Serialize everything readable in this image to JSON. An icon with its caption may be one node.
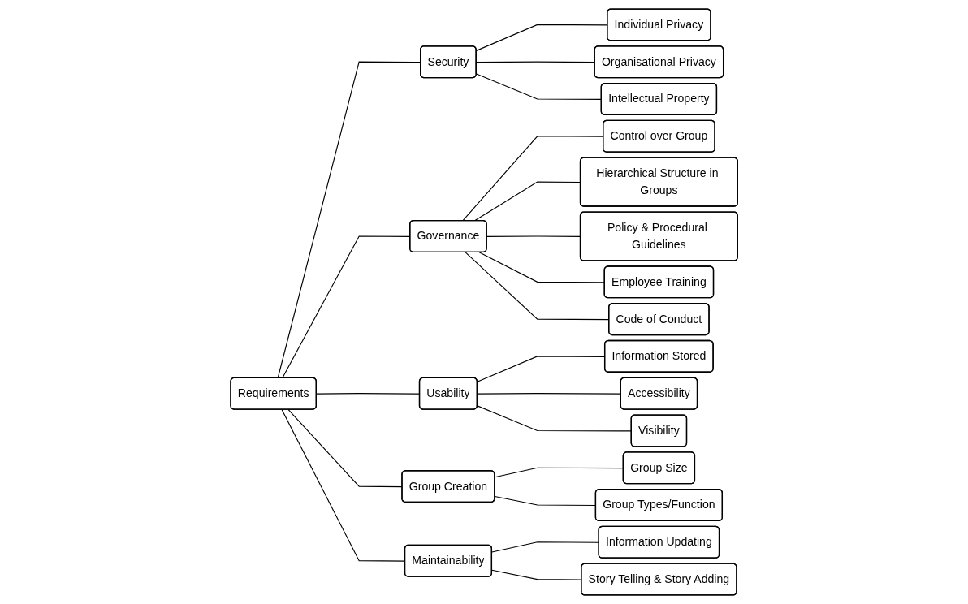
{
  "diagram": {
    "nodes": [
      {
        "text": [
          "Requirements"
        ]
      },
      {
        "text": [
          "Security"
        ]
      },
      {
        "text": [
          "Individual Privacy"
        ]
      },
      {
        "text": [
          "Organisational Privacy"
        ]
      },
      {
        "text": [
          "Intellectual Property"
        ]
      },
      {
        "text": [
          "Governance"
        ]
      },
      {
        "text": [
          "Control over Group"
        ]
      },
      {
        "text": [
          "Hierarchical Structure in Groups"
        ]
      },
      {
        "text": [
          "Policy & Procedural Guidelines"
        ]
      },
      {
        "text": [
          "Employee Training"
        ]
      },
      {
        "text": [
          "Code of Conduct"
        ]
      },
      {
        "text": [
          "Usability"
        ]
      },
      {
        "text": [
          "Information Stored"
        ]
      },
      {
        "text": [
          "Accessibility"
        ]
      },
      {
        "text": [
          "Visibility"
        ]
      },
      {
        "text": [
          "Group Creation"
        ]
      },
      {
        "text": [
          "Group Size"
        ]
      },
      {
        "text": [
          "Group Types/Function"
        ]
      },
      {
        "text": [
          "Maintainability"
        ]
      },
      {
        "text": [
          "Information Updating"
        ]
      },
      {
        "text": [
          "Story Telling & Story Adding"
        ]
      }
    ],
    "edges": [
      {
        "from": 0,
        "to": 1,
        "arrow": "none"
      },
      {
        "from": 0,
        "to": 5,
        "arrow": "none"
      },
      {
        "from": 0,
        "to": 11,
        "arrow": "none"
      },
      {
        "from": 0,
        "to": 15,
        "arrow": "none"
      },
      {
        "from": 0,
        "to": 18,
        "arrow": "none"
      },
      {
        "from": 1,
        "to": 2,
        "arrow": "none"
      },
      {
        "from": 1,
        "to": 3,
        "arrow": "none"
      },
      {
        "from": 1,
        "to": 4,
        "arrow": "none"
      },
      {
        "from": 5,
        "to": 6,
        "arrow": "none"
      },
      {
        "from": 5,
        "to": 7,
        "arrow": "none"
      },
      {
        "from": 5,
        "to": 8,
        "arrow": "none"
      },
      {
        "from": 5,
        "to": 9,
        "arrow": "none"
      },
      {
        "from": 5,
        "to": 10,
        "arrow": "none"
      },
      {
        "from": 11,
        "to": 12,
        "arrow": "none"
      },
      {
        "from": 11,
        "to": 13,
        "arrow": "none"
      },
      {
        "from": 11,
        "to": 14,
        "arrow": "none"
      },
      {
        "from": 15,
        "to": 16,
        "arrow": "none"
      },
      {
        "from": 15,
        "to": 17,
        "arrow": "none"
      },
      {
        "from": 18,
        "to": 19,
        "arrow": "none"
      },
      {
        "from": 18,
        "to": 20,
        "arrow": "none"
      }
    ]
  }
}
